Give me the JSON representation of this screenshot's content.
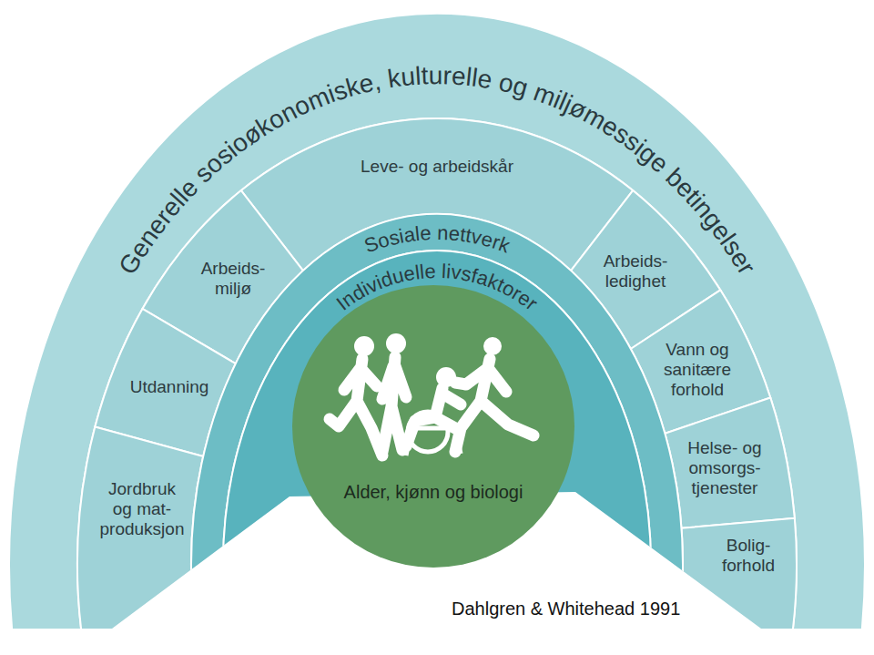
{
  "diagram": {
    "caption": "Dahlgren & Whitehead 1991",
    "nodes": [
      {
        "text": [
          "Generelle sosioøkonomiske, kulturelle og miljømessige betingelser"
        ]
      },
      {
        "text": [
          "Leve- og arbeidskår"
        ]
      },
      {
        "text": [
          "Arbeids- miljø"
        ]
      },
      {
        "text": [
          "Utdanning"
        ]
      },
      {
        "text": [
          "Jordbruk og mat- produksjon"
        ]
      },
      {
        "text": [
          "Arbeids- ledighet"
        ]
      },
      {
        "text": [
          "Vann og sanitære forhold"
        ]
      },
      {
        "text": [
          "Helse- og omsorgs- tjenester"
        ]
      },
      {
        "text": [
          "Bolig- forhold"
        ]
      },
      {
        "text": [
          "Sosiale nettverk"
        ]
      },
      {
        "text": [
          "Individuelle livsfaktorer"
        ]
      },
      {
        "text": [
          "Alder, kjønn og biologi"
        ]
      }
    ]
  }
}
